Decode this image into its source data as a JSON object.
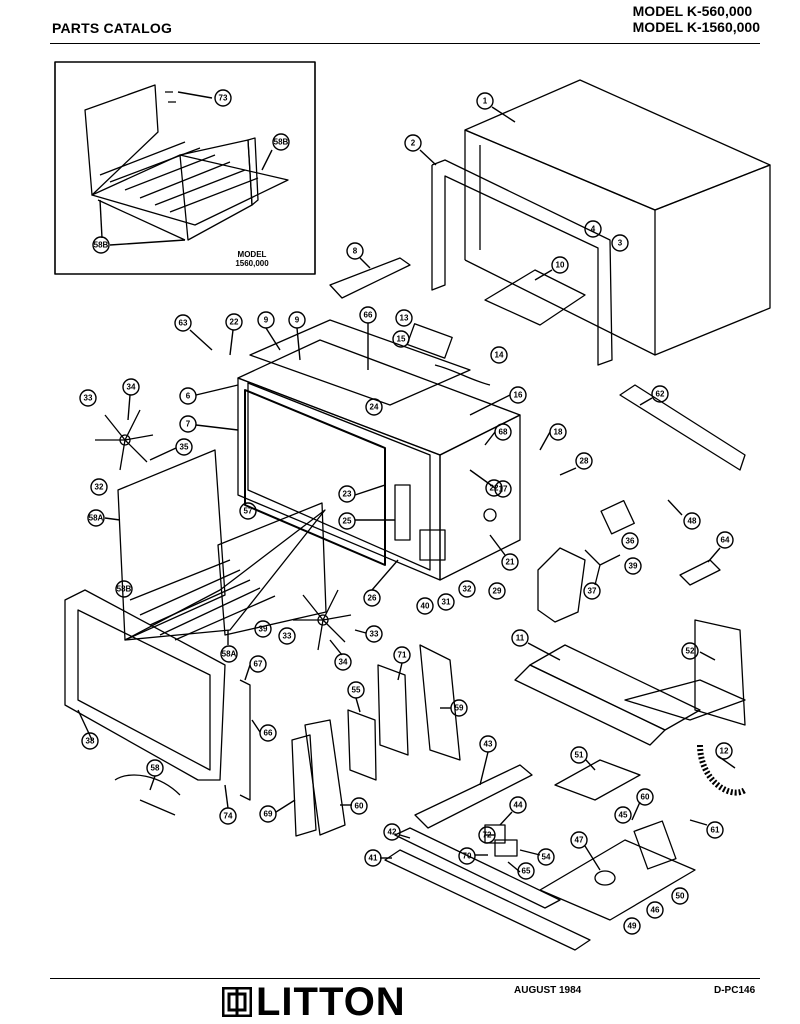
{
  "header": {
    "catalog_title": "PARTS CATALOG",
    "model_line_1": "MODEL K-560,000",
    "model_line_2": "MODEL K-1560,000"
  },
  "inset": {
    "model_label_1": "MODEL",
    "model_label_2": "1560,000"
  },
  "callouts": [
    "73",
    "58B",
    "58B",
    "1",
    "2",
    "4",
    "3",
    "8",
    "10",
    "63",
    "22",
    "9",
    "9",
    "66",
    "13",
    "15",
    "14",
    "33",
    "34",
    "6",
    "7",
    "35",
    "32",
    "16",
    "24",
    "68",
    "18",
    "23",
    "22",
    "17",
    "28",
    "62",
    "58A",
    "57",
    "25",
    "58B",
    "26",
    "40",
    "31",
    "32",
    "21",
    "29",
    "48",
    "36",
    "39",
    "33",
    "58A",
    "34",
    "33",
    "37",
    "39",
    "64",
    "11",
    "52",
    "71",
    "67",
    "55",
    "59",
    "43",
    "12",
    "38",
    "66",
    "51",
    "58",
    "44",
    "72",
    "70",
    "65",
    "54",
    "42",
    "41",
    "74",
    "69",
    "60",
    "47",
    "49",
    "46",
    "45",
    "50",
    "61"
  ],
  "footer": {
    "brand": "LITTON",
    "date": "AUGUST 1984",
    "doc_number": "D-PC146"
  }
}
